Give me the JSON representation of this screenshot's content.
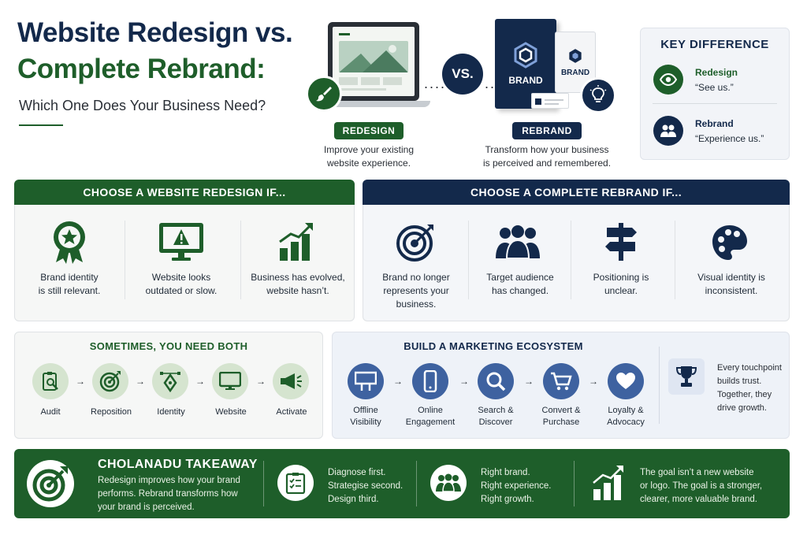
{
  "header": {
    "title_line1": "Website Redesign vs.",
    "title_line2": "Complete Rebrand:",
    "subtitle": "Which One Does Your Business Need?"
  },
  "hero": {
    "vs_label": "VS.",
    "book_label": "BRAND",
    "card_label": "BRAND",
    "redesign_pill": "REDESIGN",
    "redesign_caption_1": "Improve your existing",
    "redesign_caption_2": "website experience.",
    "rebrand_pill": "REBRAND",
    "rebrand_caption_1": "Transform how your business",
    "rebrand_caption_2": "is perceived and remembered."
  },
  "key_difference": {
    "title": "KEY DIFFERENCE",
    "items": [
      {
        "name": "Redesign",
        "quote": "“See us.”",
        "icon": "eye-icon"
      },
      {
        "name": "Rebrand",
        "quote": "“Experience us.”",
        "icon": "people-icon"
      }
    ]
  },
  "redesign_if": {
    "heading": "CHOOSE A WEBSITE REDESIGN IF...",
    "items": [
      {
        "line1": "Brand identity",
        "line2": "is still relevant.",
        "icon": "award-ribbon-icon"
      },
      {
        "line1": "Website looks",
        "line2": "outdated or slow.",
        "icon": "monitor-warning-icon"
      },
      {
        "line1": "Business has evolved,",
        "line2": "website hasn’t.",
        "icon": "growth-chart-icon"
      }
    ]
  },
  "rebrand_if": {
    "heading": "CHOOSE A COMPLETE REBRAND IF...",
    "items": [
      {
        "line1": "Brand no longer",
        "line2": "represents your",
        "line3": "business.",
        "icon": "target-icon"
      },
      {
        "line1": "Target audience",
        "line2": "has changed.",
        "icon": "audience-icon"
      },
      {
        "line1": "Positioning is",
        "line2": "unclear.",
        "icon": "signpost-icon"
      },
      {
        "line1": "Visual identity is",
        "line2": "inconsistent.",
        "icon": "palette-icon"
      }
    ]
  },
  "both": {
    "title": "SOMETIMES, YOU NEED BOTH",
    "steps": [
      {
        "label": "Audit",
        "icon": "clipboard-search-icon"
      },
      {
        "label": "Reposition",
        "icon": "target-arrow-icon"
      },
      {
        "label": "Identity",
        "icon": "pen-nib-icon"
      },
      {
        "label": "Website",
        "icon": "monitor-icon"
      },
      {
        "label": "Activate",
        "icon": "megaphone-icon"
      }
    ]
  },
  "ecosystem": {
    "title": "BUILD A MARKETING ECOSYSTEM",
    "steps": [
      {
        "line1": "Offline",
        "line2": "Visibility",
        "icon": "billboard-icon"
      },
      {
        "line1": "Online",
        "line2": "Engagement",
        "icon": "phone-icon"
      },
      {
        "line1": "Search &",
        "line2": "Discover",
        "icon": "magnifier-icon"
      },
      {
        "line1": "Convert &",
        "line2": "Purchase",
        "icon": "cart-icon"
      },
      {
        "line1": "Loyalty &",
        "line2": "Advocacy",
        "icon": "heart-icon"
      }
    ],
    "note_1": "Every touchpoint",
    "note_2": "builds trust.",
    "note_3": "Together, they",
    "note_4": "drive growth."
  },
  "takeaway": {
    "title": "CHOLANADU TAKEAWAY",
    "main_1": "Redesign improves how your brand",
    "main_2": "performs. Rebrand transforms how",
    "main_3": "your brand is perceived.",
    "col2_1": "Diagnose first.",
    "col2_2": "Strategise second.",
    "col2_3": "Design third.",
    "col3_1": "Right brand.",
    "col3_2": "Right experience.",
    "col3_3": "Right growth.",
    "col4_1": "The goal isn’t a new website",
    "col4_2": "or logo. The goal is a stronger,",
    "col4_3": "clearer, more valuable brand."
  },
  "colors": {
    "green": "#1e5e2a",
    "navy": "#13294b",
    "light_green": "#d5e4cf",
    "blue": "#3e62a0"
  }
}
